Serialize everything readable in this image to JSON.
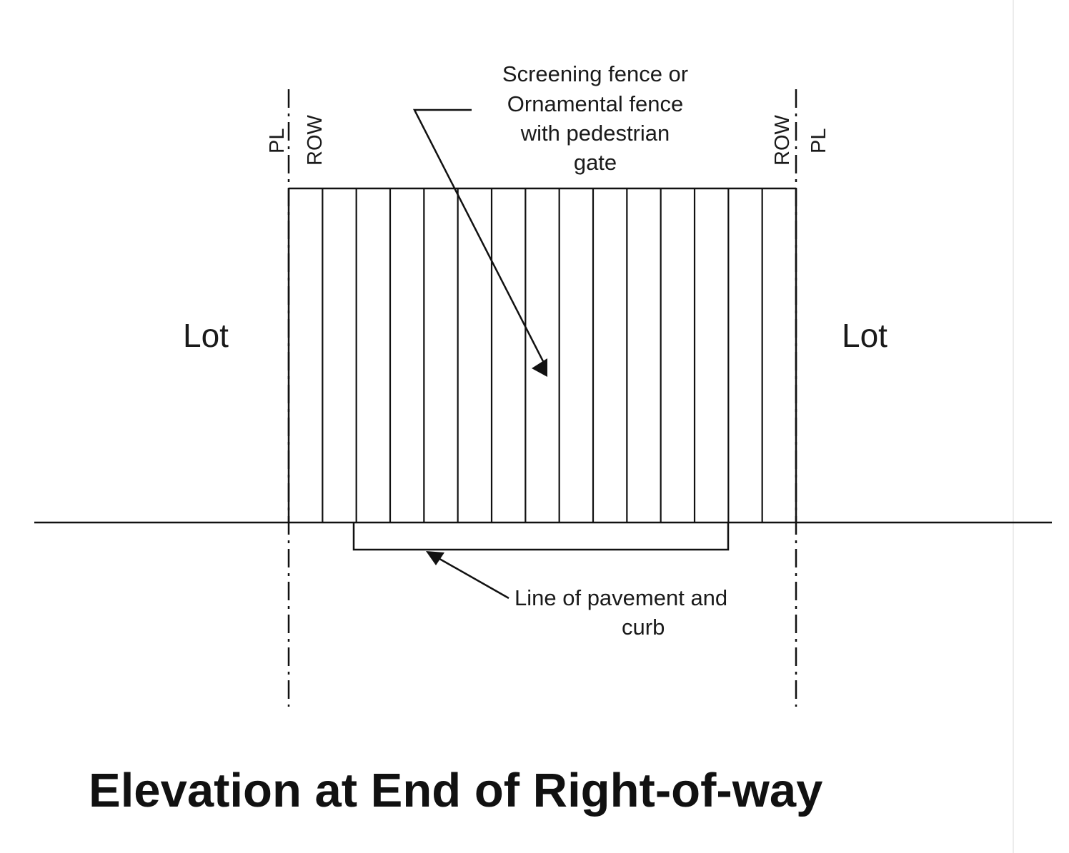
{
  "diagram": {
    "title": "Elevation at End of Right-of-way",
    "lot_left": "Lot",
    "lot_right": "Lot",
    "fence_callout": [
      "Screening fence or",
      "Ornamental fence",
      "with pedestrian",
      "gate"
    ],
    "pavement_callout": [
      "Line of pavement and",
      "curb"
    ],
    "left_marks": {
      "pl": "PL",
      "row": "ROW"
    },
    "right_marks": {
      "row": "ROW",
      "pl": "PL"
    },
    "fence_picket_count": 16
  }
}
